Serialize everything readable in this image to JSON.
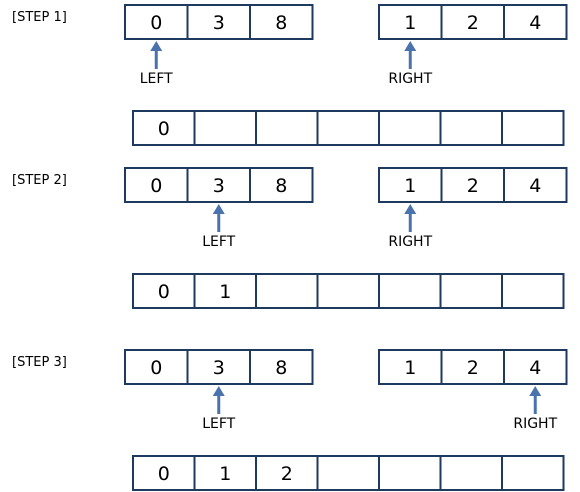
{
  "steps": [
    {
      "label": "[STEP 1]",
      "left_array": [
        "0",
        "3",
        "8"
      ],
      "right_array": [
        "1",
        "2",
        "4"
      ],
      "left_pointer": {
        "label": "LEFT",
        "index": 0
      },
      "right_pointer": {
        "label": "RIGHT",
        "index": 0
      },
      "result": [
        "0",
        "",
        "",
        "",
        "",
        "",
        ""
      ]
    },
    {
      "label": "[STEP 2]",
      "left_array": [
        "0",
        "3",
        "8"
      ],
      "right_array": [
        "1",
        "2",
        "4"
      ],
      "left_pointer": {
        "label": "LEFT",
        "index": 1
      },
      "right_pointer": {
        "label": "RIGHT",
        "index": 0
      },
      "result": [
        "0",
        "1",
        "",
        "",
        "",
        "",
        ""
      ]
    },
    {
      "label": "[STEP 3]",
      "left_array": [
        "0",
        "3",
        "8"
      ],
      "right_array": [
        "1",
        "2",
        "4"
      ],
      "left_pointer": {
        "label": "LEFT",
        "index": 1
      },
      "right_pointer": {
        "label": "RIGHT",
        "index": 2
      },
      "result": [
        "0",
        "1",
        "2",
        "",
        "",
        "",
        ""
      ]
    }
  ],
  "colors": {
    "cell_border": "#1f3a5f",
    "arrow": "#4a72ad"
  }
}
